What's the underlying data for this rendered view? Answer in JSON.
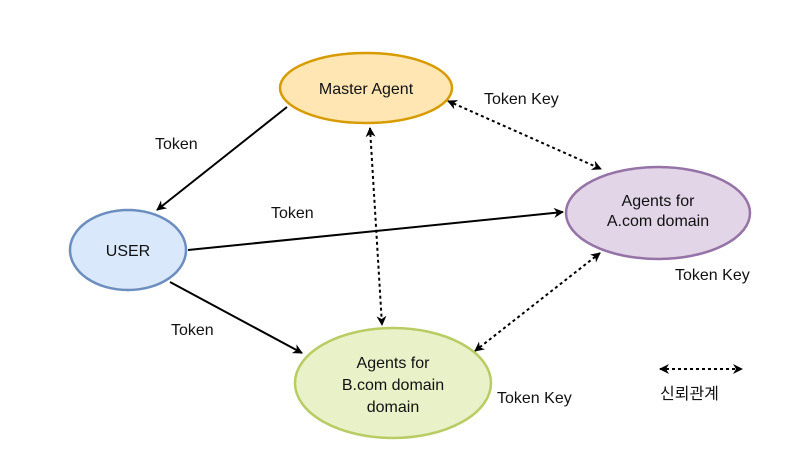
{
  "nodes": {
    "master": {
      "label_lines": [
        "Master Agent"
      ],
      "fill": "#ffe6b3",
      "stroke": "#d79b00"
    },
    "user": {
      "label_lines": [
        "USER"
      ],
      "fill": "#dae8fc",
      "stroke": "#6c8ebf"
    },
    "a_com": {
      "label_lines": [
        "Agents for",
        "A.com domain"
      ],
      "fill": "#e1d5e7",
      "stroke": "#9673a6"
    },
    "b_com": {
      "label_lines": [
        "Agents for",
        "B.com domain",
        "domain"
      ],
      "fill": "#e9f1c8",
      "stroke": "#b8cc64"
    }
  },
  "edge_labels": {
    "master_to_user": "Token",
    "user_to_a": "Token",
    "user_to_b": "Token",
    "master_a_key": "Token Key",
    "a_b_key": "Token Key",
    "b_key": "Token Key"
  },
  "legend": {
    "label": "신뢰관계"
  }
}
